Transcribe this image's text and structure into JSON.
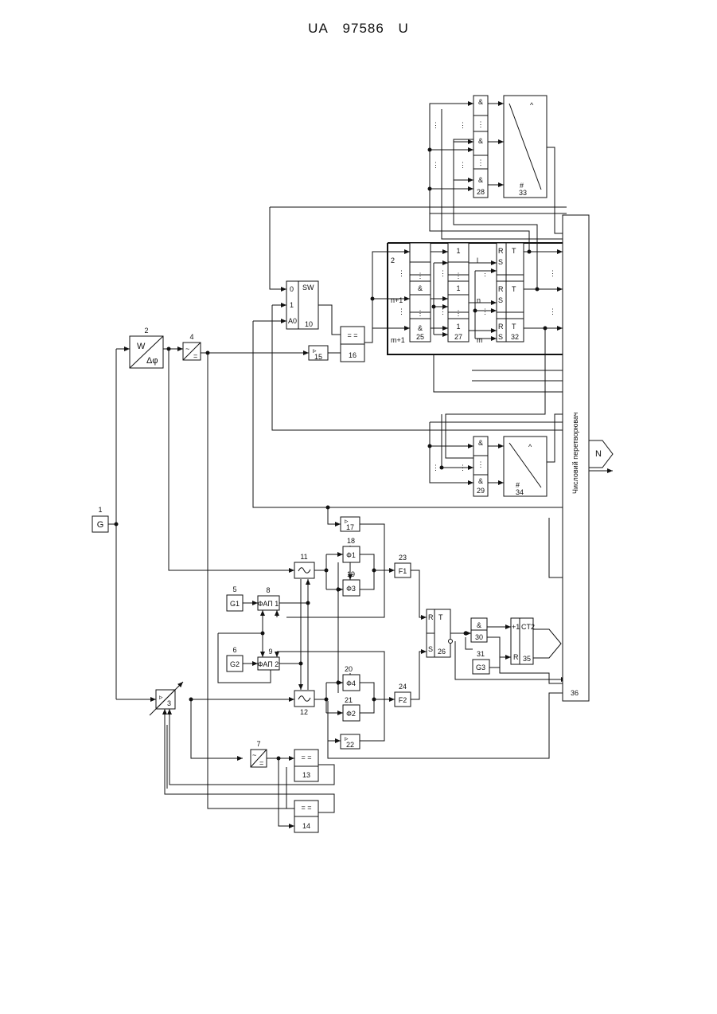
{
  "header": {
    "left": "UA",
    "number": "97586",
    "right": "U"
  },
  "blocks": {
    "b1": {
      "num": "1",
      "label": "G"
    },
    "b2": {
      "num": "2",
      "top": "W",
      "bottom": "Δφ"
    },
    "b3": {
      "num": "3"
    },
    "b4": {
      "num": "4"
    },
    "b5": {
      "num": "5",
      "label": "G1"
    },
    "b6": {
      "num": "6",
      "label": "G2"
    },
    "b7": {
      "num": "7"
    },
    "b8": {
      "num": "8",
      "label": "ФАП 1"
    },
    "b9": {
      "num": "9",
      "label": "ФАП 2"
    },
    "b10": {
      "num": "10",
      "title": "SW",
      "in0": "0",
      "in1": "1",
      "inA": "A0"
    },
    "b11": {
      "num": "11"
    },
    "b12": {
      "num": "12"
    },
    "b13": {
      "num": "13",
      "label": "= ="
    },
    "b14": {
      "num": "14",
      "label": "= ="
    },
    "b15": {
      "num": "15"
    },
    "b16": {
      "num": "16",
      "label": "= ="
    },
    "b17": {
      "num": "17"
    },
    "b18": {
      "num": "18",
      "label": "Ф1"
    },
    "b19": {
      "num": "19",
      "label": "Ф3"
    },
    "b20": {
      "num": "20",
      "label": "Ф4"
    },
    "b21": {
      "num": "21",
      "label": "Ф2"
    },
    "b22": {
      "num": "22"
    },
    "b23": {
      "num": "23",
      "label": "F1"
    },
    "b24": {
      "num": "24",
      "label": "F2"
    },
    "b25": {
      "num": "25",
      "label": "&"
    },
    "b26": {
      "num": "26",
      "r": "R",
      "s": "S",
      "t": "T"
    },
    "b27": {
      "num": "27",
      "label": "1"
    },
    "b28": {
      "num": "28",
      "label": "&"
    },
    "b29": {
      "num": "29",
      "label": "&"
    },
    "b30": {
      "num": "30",
      "label": "&"
    },
    "b31": {
      "num": "31",
      "label": "G3"
    },
    "b32": {
      "num": "32",
      "r": "R",
      "s": "S",
      "t": "T"
    },
    "b33": {
      "num": "33",
      "top": "^",
      "bottom": "#"
    },
    "b34": {
      "num": "34",
      "top": "^",
      "bottom": "#"
    },
    "b35": {
      "num": "35",
      "plus": "+1",
      "title": "CT2",
      "r": "R"
    },
    "b36": {
      "num": "36",
      "label": "Числовий перетворювач"
    }
  },
  "indices": {
    "i2": "2",
    "in1": "n+1",
    "im1": "m+1",
    "il": "l",
    "in": "n",
    "im": "m"
  },
  "output": {
    "label": "N"
  },
  "symbols": {
    "and": "&",
    "one": "1",
    "dots": "⋮",
    "tri": "▹",
    "r": "R",
    "s": "S",
    "t": "T",
    "tilde_eq": "~",
    "eq": "="
  }
}
